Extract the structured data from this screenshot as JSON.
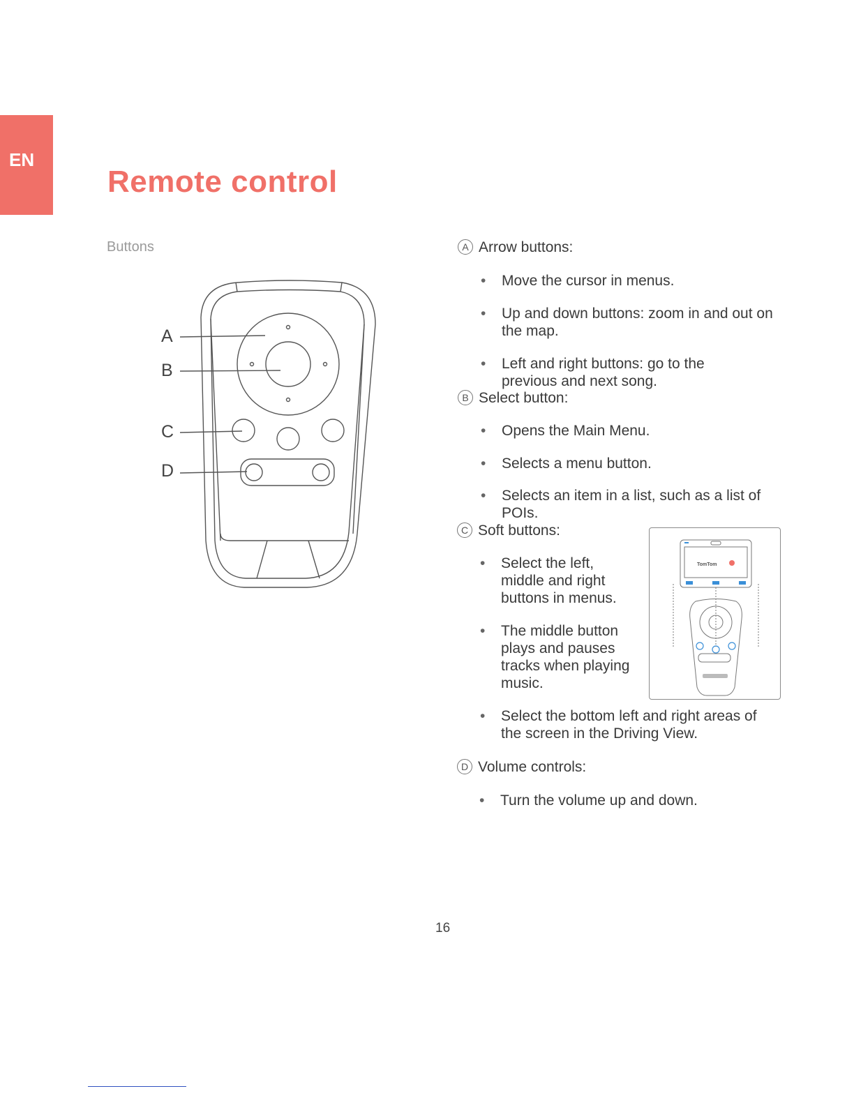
{
  "lang_tab": "EN",
  "title": "Remote control",
  "section_label": "Buttons",
  "callouts": {
    "a": "A",
    "b": "B",
    "c": "C",
    "d": "D"
  },
  "sections": [
    {
      "letter": "A",
      "heading": "Arrow buttons:",
      "bullets": [
        "Move the cursor in menus.",
        "Up and down buttons: zoom in and out on the map.",
        "Left and right buttons: go to the previous and next song."
      ]
    },
    {
      "letter": "B",
      "heading": "Select button:",
      "bullets": [
        "Opens the Main Menu.",
        "Selects a menu button.",
        "Selects an item in a list, such as a list of POIs."
      ]
    },
    {
      "letter": "C",
      "heading": "Soft buttons:",
      "bullets": [
        "Select the left, middle and right buttons in menus.",
        "The middle button plays and pauses tracks when playing music.",
        "Select the bottom left and right areas of the screen in the Driving View."
      ]
    },
    {
      "letter": "D",
      "heading": "Volume controls:",
      "bullets": [
        "Turn the volume up and down."
      ]
    }
  ],
  "thumbnail": {
    "logo_text": "TomTom"
  },
  "page_number": "16",
  "colors": {
    "accent": "#f07068"
  }
}
